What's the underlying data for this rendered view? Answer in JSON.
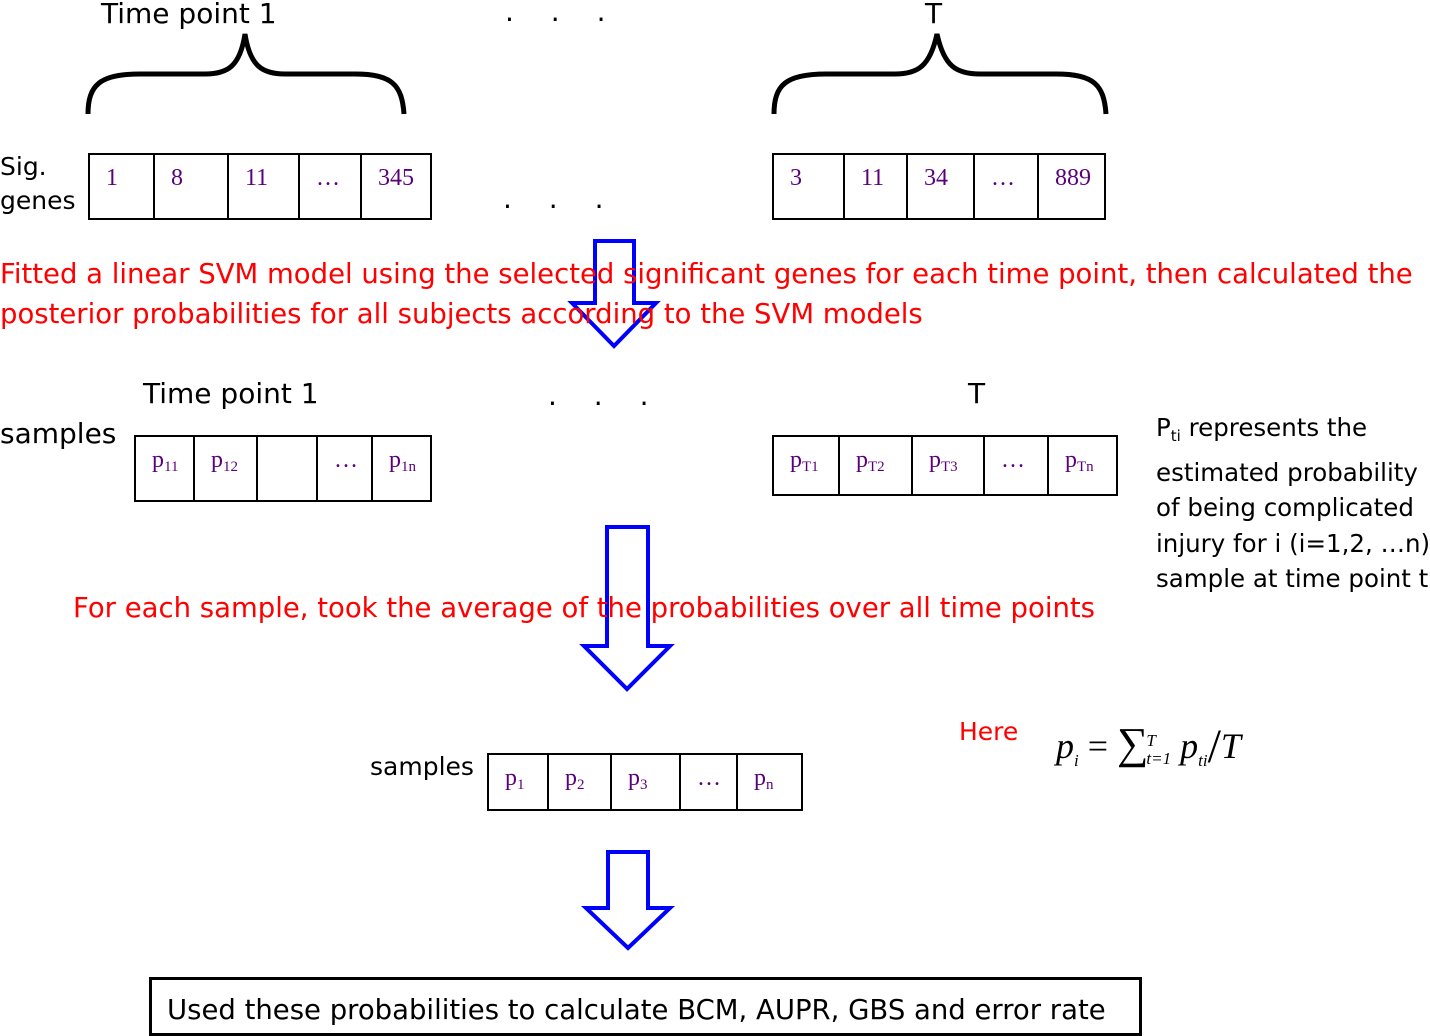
{
  "top": {
    "left_label": "Time point 1",
    "right_label": "T",
    "dots_header": ". . .",
    "dots_middle": ". . .",
    "row_label_line1": "Sig.",
    "row_label_line2": "genes",
    "left_genes": [
      "1",
      "8",
      "11",
      "…",
      "345"
    ],
    "right_genes": [
      "3",
      "11",
      "34",
      "…",
      "889"
    ]
  },
  "step1_text_line1": "Fitted a linear SVM model using the selected significant genes for each time point, then calculated the",
  "step1_text_line2": "posterior probabilities for all subjects according to the SVM models",
  "middle": {
    "left_label": "Time point 1",
    "dots": ". . .",
    "right_label": "T",
    "row_label": "samples",
    "left_cells": [
      {
        "base": "p",
        "sub": "11"
      },
      {
        "base": "p",
        "sub": "12"
      },
      {
        "base": "",
        "sub": ""
      },
      {
        "base": "…",
        "sub": ""
      },
      {
        "base": "p",
        "sub": "1n"
      }
    ],
    "right_cells": [
      {
        "base": "p",
        "sub": "T1"
      },
      {
        "base": "p",
        "sub": "T2"
      },
      {
        "base": "p",
        "sub": "T3"
      },
      {
        "base": "…",
        "sub": ""
      },
      {
        "base": "p",
        "sub": "Tn"
      }
    ]
  },
  "note": {
    "P": "P",
    "P_sub": "ti",
    "line1_rest": " represents the",
    "line2": "estimated probability",
    "line3": "of being complicated",
    "line4": "injury for i (i=1,2, …n)",
    "line5": "sample at time point t"
  },
  "step2_text": "For each sample, took the average of the probabilities over all time points",
  "bottom": {
    "row_label": "samples",
    "cells": [
      {
        "base": "p",
        "sub": "1"
      },
      {
        "base": "p",
        "sub": "2"
      },
      {
        "base": "p",
        "sub": "3"
      },
      {
        "base": "…",
        "sub": ""
      },
      {
        "base": "p",
        "sub": "n"
      }
    ],
    "here_label": "Here",
    "formula": {
      "lhs": "p",
      "lhs_sub": "i",
      "equals": "=",
      "sum_sign": "∑",
      "sum_sup": "T",
      "sum_sub": "t=1",
      "term": "p",
      "term_sub": "ti",
      "slash": "/",
      "divisor": "T"
    }
  },
  "final_text": "Used these probabilities to calculate BCM, AUPR, GBS and error rate",
  "colors": {
    "text_red": "#ff0000",
    "arrow_blue": "#0000ff",
    "cell_purple": "#5a007a"
  }
}
